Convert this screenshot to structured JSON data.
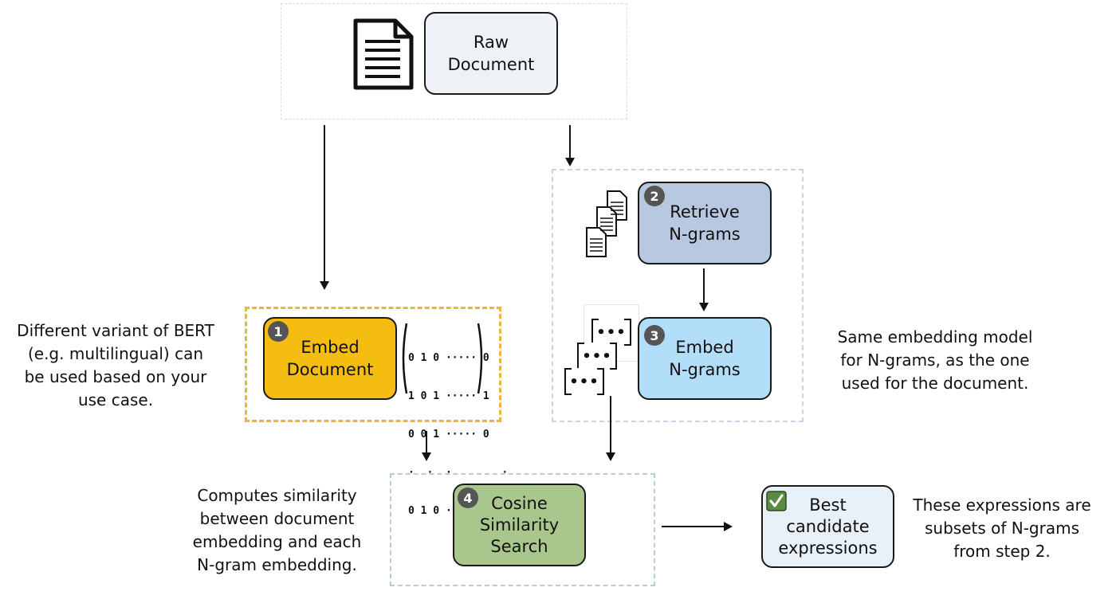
{
  "nodes": {
    "raw_document": {
      "line1": "Raw",
      "line2": "Document"
    },
    "embed_document": {
      "step": "1",
      "line1": "Embed",
      "line2": "Document"
    },
    "retrieve_ngrams": {
      "step": "2",
      "line1": "Retrieve",
      "line2": "N-grams"
    },
    "embed_ngrams": {
      "step": "3",
      "line1": "Embed",
      "line2": "N-grams"
    },
    "cosine_similarity": {
      "step": "4",
      "line1": "Cosine",
      "line2": "Similarity",
      "line3": "Search"
    },
    "best_candidates": {
      "line1": "Best",
      "line2": "candidate",
      "line3": "expressions"
    }
  },
  "notes": {
    "bert_variant": [
      "Different variant of BERT",
      "(e.g. multilingual) can",
      "be used based on your",
      "use case."
    ],
    "same_model": [
      "Same embedding model",
      "for N-grams, as the one",
      "used for the document."
    ],
    "computes_similarity": [
      "Computes similarity",
      "between document",
      "embedding and each",
      "N-gram embedding."
    ],
    "expressions_subsets": [
      "These expressions are",
      "subsets of N-grams",
      "from step 2."
    ]
  },
  "matrix": {
    "rows": [
      "0 1 0 ····· 0",
      "1 0 1 ····· 1",
      "0 0 1 ····· 0",
      "·  ·  ·        ·",
      "0 1 0 ····· 1"
    ]
  },
  "ngram_glyph": "•••",
  "colors": {
    "raw_document": "#eef1f6",
    "embed_document": "#f5bd12",
    "embed_document_region": "#e8b830",
    "retrieve_ngrams": "#b8c8e0",
    "embed_ngrams": "#b3defa",
    "cosine_similarity": "#a9c68d",
    "best_candidates": "#e8f0f8",
    "checkbox": "#5b8a43"
  },
  "icons": [
    "document-icon",
    "documents-stack-icon",
    "matrix-icon",
    "ngram-bracket-icon",
    "checkbox-icon"
  ]
}
